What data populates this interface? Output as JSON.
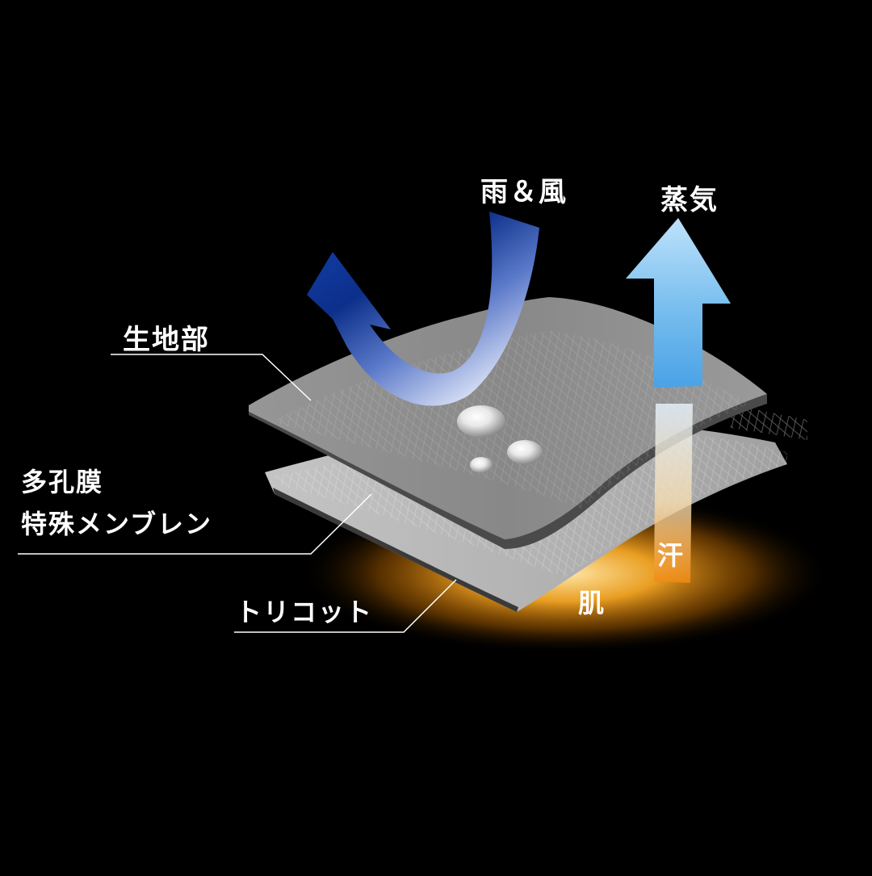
{
  "labels": {
    "rain_wind": "雨＆風",
    "vapor": "蒸気",
    "fabric": "生地部",
    "membrane_line1": "多孔膜",
    "membrane_line2": "特殊メンブレン",
    "tricot": "トリコット",
    "sweat": "汗",
    "skin": "肌"
  },
  "colors": {
    "background": "#000000",
    "fabric_layer": "#8d8d8d",
    "membrane_layer": "#b9b9b9",
    "rain_arrow_dark": "#0b2f8a",
    "rain_arrow_light": "#eef2ff",
    "vapor_arrow": "#7cc0ef",
    "skin_glow": "#f5a623",
    "text": "#ffffff"
  },
  "icons": [
    "rain-wind-deflect-arrow",
    "vapor-up-arrow",
    "water-droplet"
  ]
}
